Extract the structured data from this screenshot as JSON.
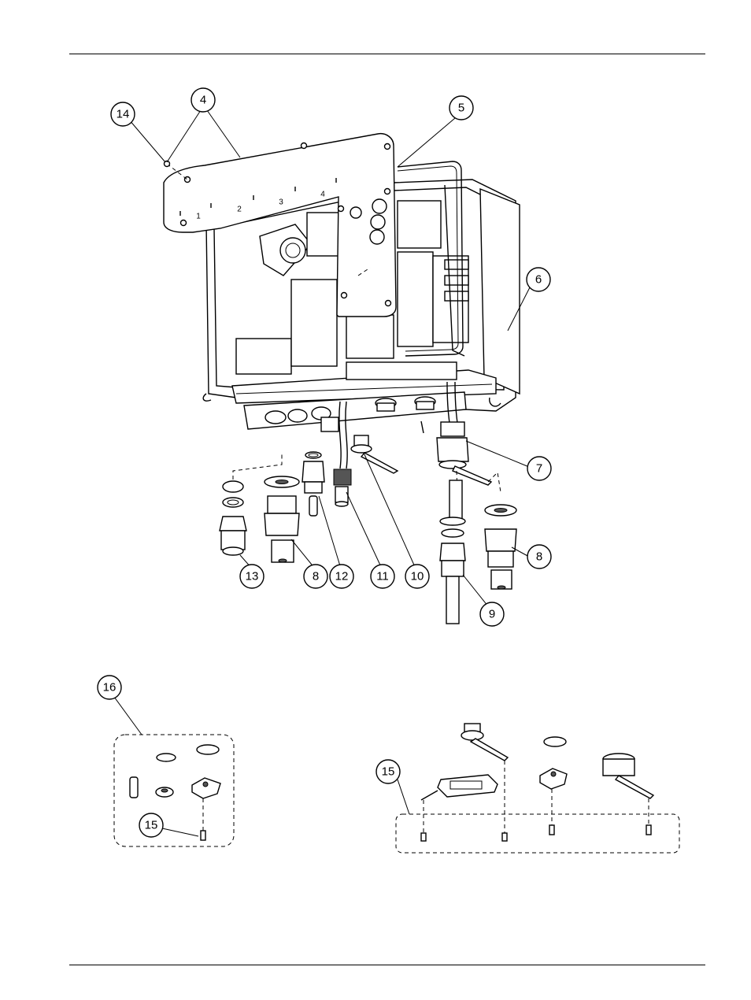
{
  "callouts": [
    {
      "id": "c14",
      "label": "14"
    },
    {
      "id": "c4",
      "label": "4"
    },
    {
      "id": "c5",
      "label": "5"
    },
    {
      "id": "c6",
      "label": "6"
    },
    {
      "id": "c7",
      "label": "7"
    },
    {
      "id": "c8a",
      "label": "8"
    },
    {
      "id": "c8b",
      "label": "8"
    },
    {
      "id": "c9",
      "label": "9"
    },
    {
      "id": "c10",
      "label": "10"
    },
    {
      "id": "c11",
      "label": "11"
    },
    {
      "id": "c12",
      "label": "12"
    },
    {
      "id": "c13",
      "label": "13"
    },
    {
      "id": "c16",
      "label": "16"
    },
    {
      "id": "c15a",
      "label": "15"
    },
    {
      "id": "c15b",
      "label": "15"
    }
  ],
  "terminal_labels": [
    "1",
    "2",
    "3",
    "4"
  ]
}
